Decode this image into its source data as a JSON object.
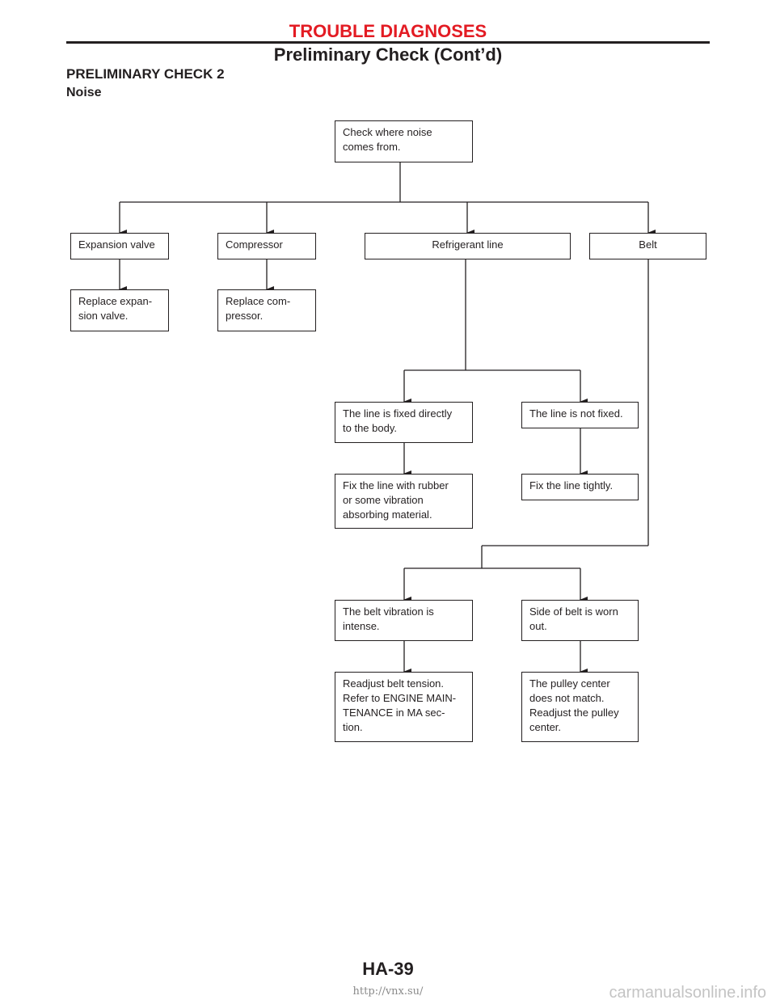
{
  "header": {
    "section": "TROUBLE DIAGNOSES",
    "subsection": "Preliminary Check (Cont’d)"
  },
  "content": {
    "title": "PRELIMINARY CHECK 2",
    "subtitle": "Noise"
  },
  "flow": {
    "start": "Check where noise\ncomes from.",
    "expansion_valve": "Expansion valve",
    "compressor": "Compressor",
    "refrigerant_line": "Refrigerant line",
    "belt": "Belt",
    "replace_expansion": "Replace expan-\nsion valve.",
    "replace_compressor": "Replace com-\npressor.",
    "line_fixed": "The line is fixed directly\nto the body.",
    "line_not_fixed": "The line is not fixed.",
    "fix_rubber": "Fix the line with rubber\nor some vibration\nabsorbing material.",
    "fix_tightly": "Fix the line tightly.",
    "belt_vibration": "The belt vibration is\nintense.",
    "belt_worn": "Side of belt is worn\nout.",
    "readjust_tension": "Readjust belt tension.\nRefer to ENGINE MAIN-\nTENANCE in MA sec-\ntion.",
    "pulley_center": "The pulley center\ndoes not match.\nReadjust the pulley\ncenter."
  },
  "footer": {
    "page_number": "HA-39",
    "source_link": "http://vnx.su/",
    "watermark": "carmanualsonline.info"
  }
}
